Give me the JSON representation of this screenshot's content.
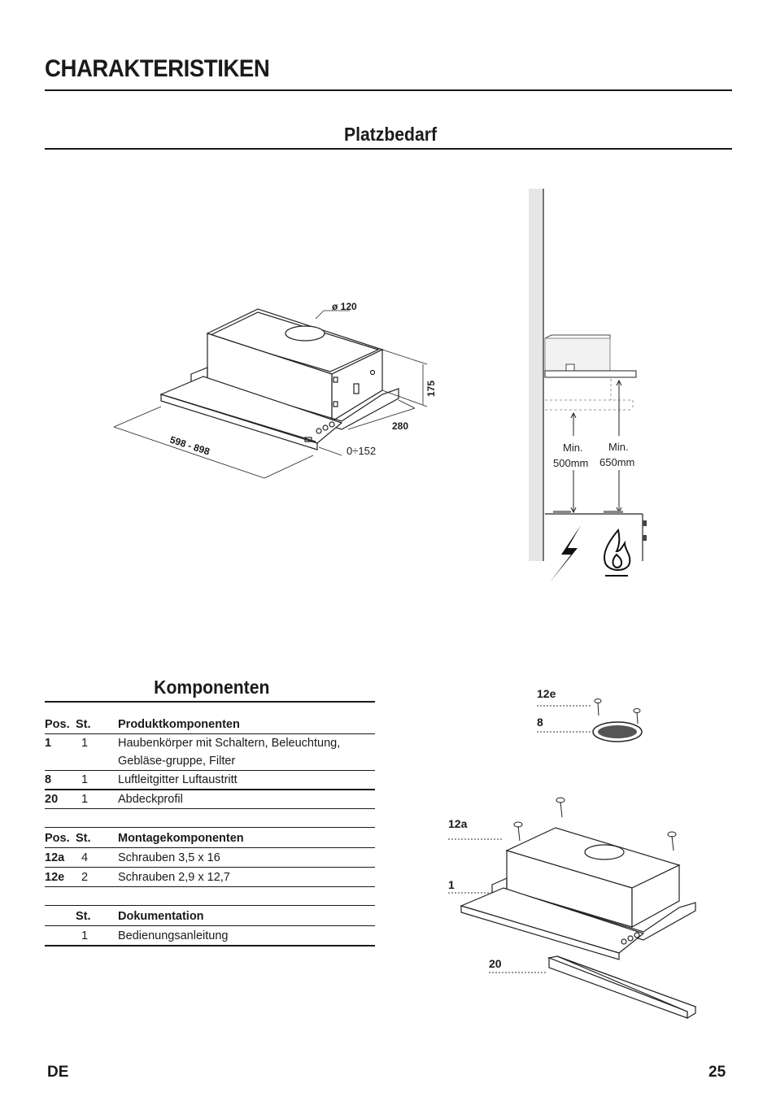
{
  "page": {
    "title": "CHARAKTERISTIKEN",
    "section_platz": "Platzbedarf",
    "section_komp": "Komponenten",
    "footer_lang": "DE",
    "footer_page": "25"
  },
  "dim_labels": {
    "duct": "ø 120",
    "height": "175",
    "depth": "280",
    "width": "598 - 898",
    "extension": "0÷152"
  },
  "side_labels": {
    "min1_a": "Min.",
    "min1_b": "500mm",
    "min2_a": "Min.",
    "min2_b": "650mm"
  },
  "table": {
    "head1": {
      "pos": "Pos.",
      "st": "St.",
      "name": "Produktkomponenten"
    },
    "rows1": [
      {
        "pos": "1",
        "st": "1",
        "name": "Haubenkörper mit Schaltern, Beleuchtung,",
        "name2": "Gebläse-gruppe, Filter"
      },
      {
        "pos": "8",
        "st": "1",
        "name": "Luftleitgitter Luftaustritt"
      },
      {
        "pos": "20",
        "st": "1",
        "name": "Abdeckprofil"
      }
    ],
    "head2": {
      "pos": "Pos.",
      "st": "St.",
      "name": "Montagekomponenten"
    },
    "rows2": [
      {
        "pos": "12a",
        "st": "4",
        "name": "Schrauben 3,5 x 16"
      },
      {
        "pos": "12e",
        "st": "2",
        "name": "Schrauben 2,9 x 12,7"
      }
    ],
    "head3": {
      "st": "St.",
      "name": "Dokumentation"
    },
    "rows3": [
      {
        "st": "1",
        "name": "Bedienungsanleitung"
      }
    ]
  },
  "explode_labels": {
    "l12e": "12e",
    "l8": "8",
    "l12a": "12a",
    "l1": "1",
    "l20": "20"
  }
}
